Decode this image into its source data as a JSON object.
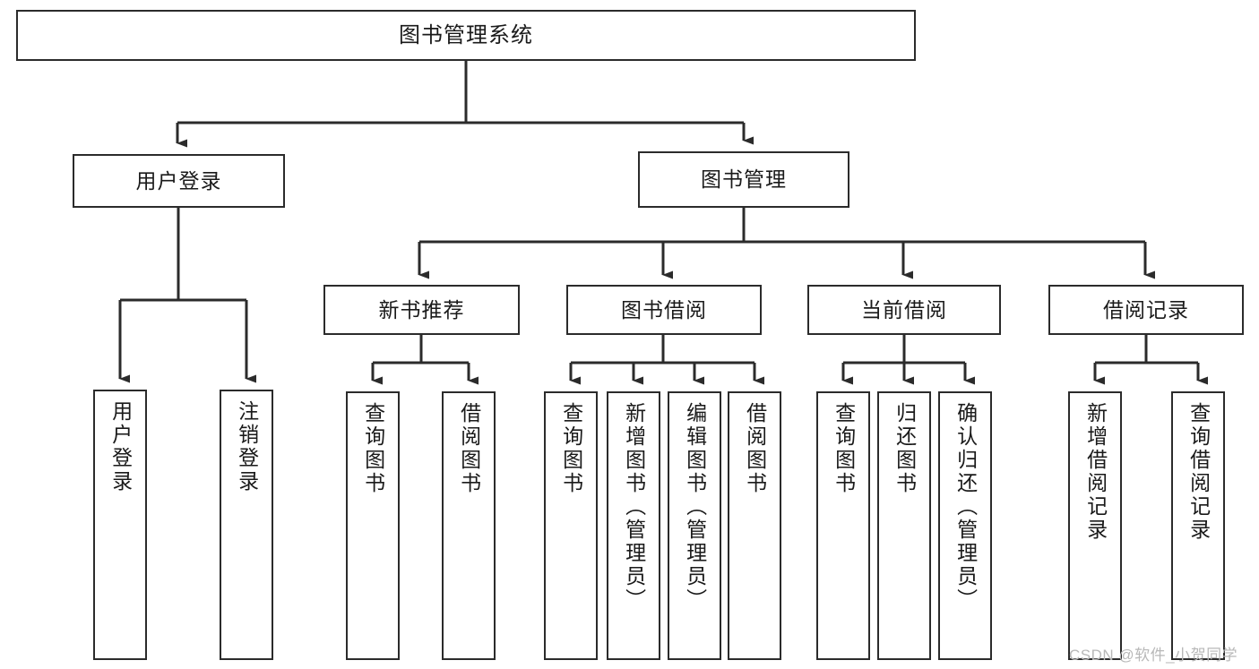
{
  "diagram": {
    "title": "图书管理系统",
    "type": "tree-hierarchy-diagram",
    "colors": {
      "box_border": "#2b2b2b",
      "box_fill": "#ffffff",
      "connector": "#2b2b2b",
      "background": "#ffffff",
      "watermark": "#b8b8b8"
    },
    "watermark": "CSDN @软件_小贺同学",
    "nodes": {
      "root": {
        "label": "图书管理系统",
        "orientation": "horizontal"
      },
      "level2": [
        {
          "id": "user-login",
          "label": "用户登录",
          "orientation": "horizontal"
        },
        {
          "id": "book-management",
          "label": "图书管理",
          "orientation": "horizontal"
        }
      ],
      "level3": [
        {
          "id": "new-book-recommend",
          "label": "新书推荐",
          "orientation": "horizontal"
        },
        {
          "id": "book-borrow",
          "label": "图书借阅",
          "orientation": "horizontal"
        },
        {
          "id": "current-borrow",
          "label": "当前借阅",
          "orientation": "horizontal"
        },
        {
          "id": "borrow-record",
          "label": "借阅记录",
          "orientation": "horizontal"
        }
      ],
      "leaves": {
        "user-login": [
          {
            "id": "leaf-user-login",
            "label": "用户登录",
            "orientation": "vertical"
          },
          {
            "id": "leaf-user-logout",
            "label": "注销登录",
            "orientation": "vertical"
          }
        ],
        "new-book-recommend": [
          {
            "id": "leaf-query-book-1",
            "label": "查询图书",
            "orientation": "vertical"
          },
          {
            "id": "leaf-borrow-book-1",
            "label": "借阅图书",
            "orientation": "vertical"
          }
        ],
        "book-borrow": [
          {
            "id": "leaf-query-book-2",
            "label": "查询图书",
            "orientation": "vertical"
          },
          {
            "id": "leaf-add-book",
            "label": "新增图书（管理员）",
            "orientation": "vertical"
          },
          {
            "id": "leaf-edit-book",
            "label": "编辑图书（管理员）",
            "orientation": "vertical"
          },
          {
            "id": "leaf-borrow-book-2",
            "label": "借阅图书",
            "orientation": "vertical"
          }
        ],
        "current-borrow": [
          {
            "id": "leaf-query-book-3",
            "label": "查询图书",
            "orientation": "vertical"
          },
          {
            "id": "leaf-return-book",
            "label": "归还图书",
            "orientation": "vertical"
          },
          {
            "id": "leaf-confirm-return",
            "label": "确认归还（管理员）",
            "orientation": "vertical"
          }
        ],
        "borrow-record": [
          {
            "id": "leaf-add-record",
            "label": "新增借阅记录",
            "orientation": "vertical"
          },
          {
            "id": "leaf-query-record",
            "label": "查询借阅记录",
            "orientation": "vertical"
          }
        ]
      }
    }
  }
}
